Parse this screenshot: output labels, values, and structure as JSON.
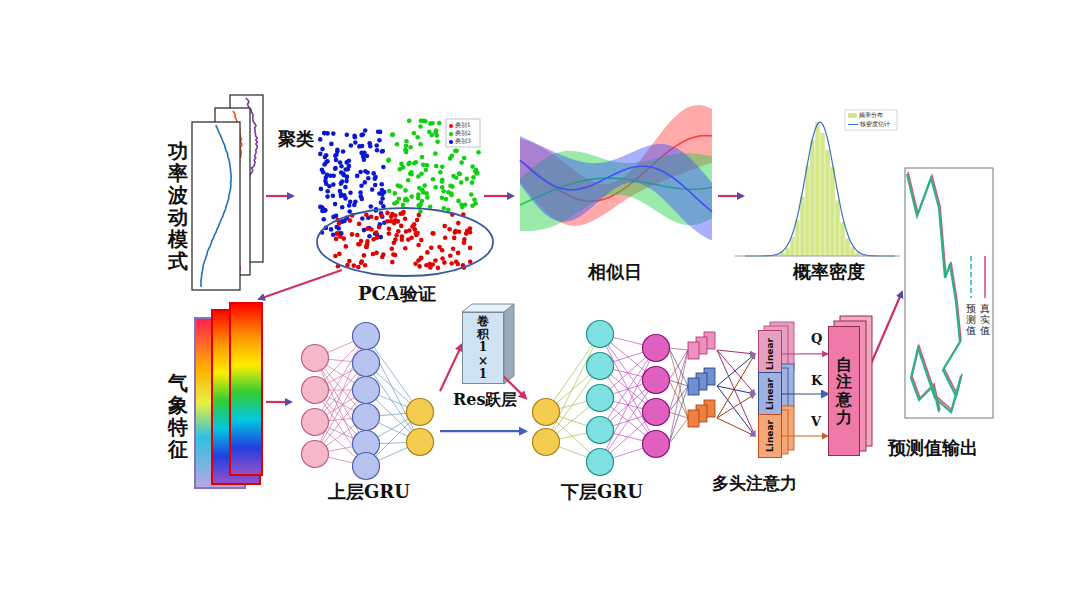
{
  "diagram": {
    "nodes": [
      {
        "text": [
          "上层GRU"
        ]
      },
      {
        "text": [
          "卷积1×1"
        ]
      },
      {
        "text": [
          "下层GRU"
        ]
      },
      {
        "text": [
          "Linear"
        ]
      },
      {
        "text": [
          "Linear"
        ]
      },
      {
        "text": [
          "Linear"
        ]
      },
      {
        "text": [
          "自注意力"
        ]
      }
    ],
    "edges": [
      {
        "from": 0,
        "to": 1,
        "arrow": "to"
      },
      {
        "from": 1,
        "to": 2,
        "arrow": "to"
      },
      {
        "from": 0,
        "to": 2,
        "arrow": "to"
      },
      {
        "from": 3,
        "to": 6,
        "arrow": "to"
      },
      {
        "from": 4,
        "to": 6,
        "arrow": "to"
      },
      {
        "from": 5,
        "to": 6,
        "arrow": "to"
      }
    ],
    "labels": [
      "功率波动模式",
      "聚类",
      "PCA验证",
      "相似日",
      "概率密度",
      "气象特征",
      "Res跃层",
      "多头注意力",
      "Q",
      "K",
      "V",
      "预测值输出"
    ],
    "legend": [
      {
        "text": "类别1",
        "color": "#ff0000"
      },
      {
        "text": "类别2",
        "color": "#00cc00"
      },
      {
        "text": "类别3",
        "color": "#0000ff"
      },
      {
        "text": "频率分布",
        "color": "#d4e88a"
      },
      {
        "text": "核密度估计"
      },
      {
        "text": "预测值"
      },
      {
        "text": "真实值"
      }
    ]
  }
}
